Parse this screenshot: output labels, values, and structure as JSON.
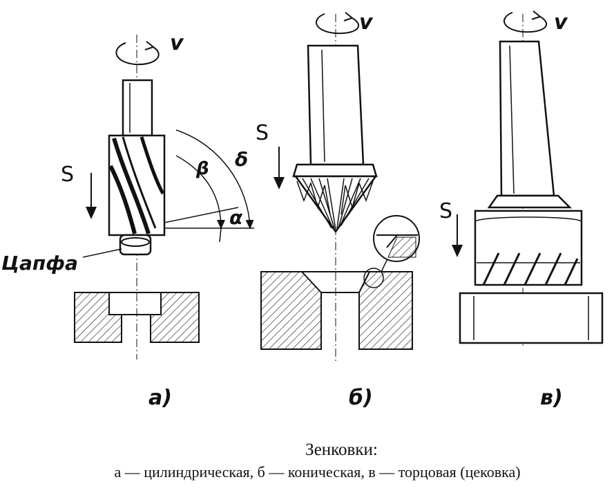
{
  "labels": {
    "rotation": "v",
    "feed": "S",
    "pilot": "Цапфа",
    "alpha": "α",
    "beta": "β",
    "delta": "δ",
    "part_a": "а)",
    "part_b": "б)",
    "part_c": "в)"
  },
  "caption": {
    "title": "Зенковки:",
    "subtitle": "а — цилиндрическая, б — коническая, в — торцовая (цековка)"
  },
  "colors": {
    "ink": "#111111",
    "paper": "#ffffff"
  }
}
